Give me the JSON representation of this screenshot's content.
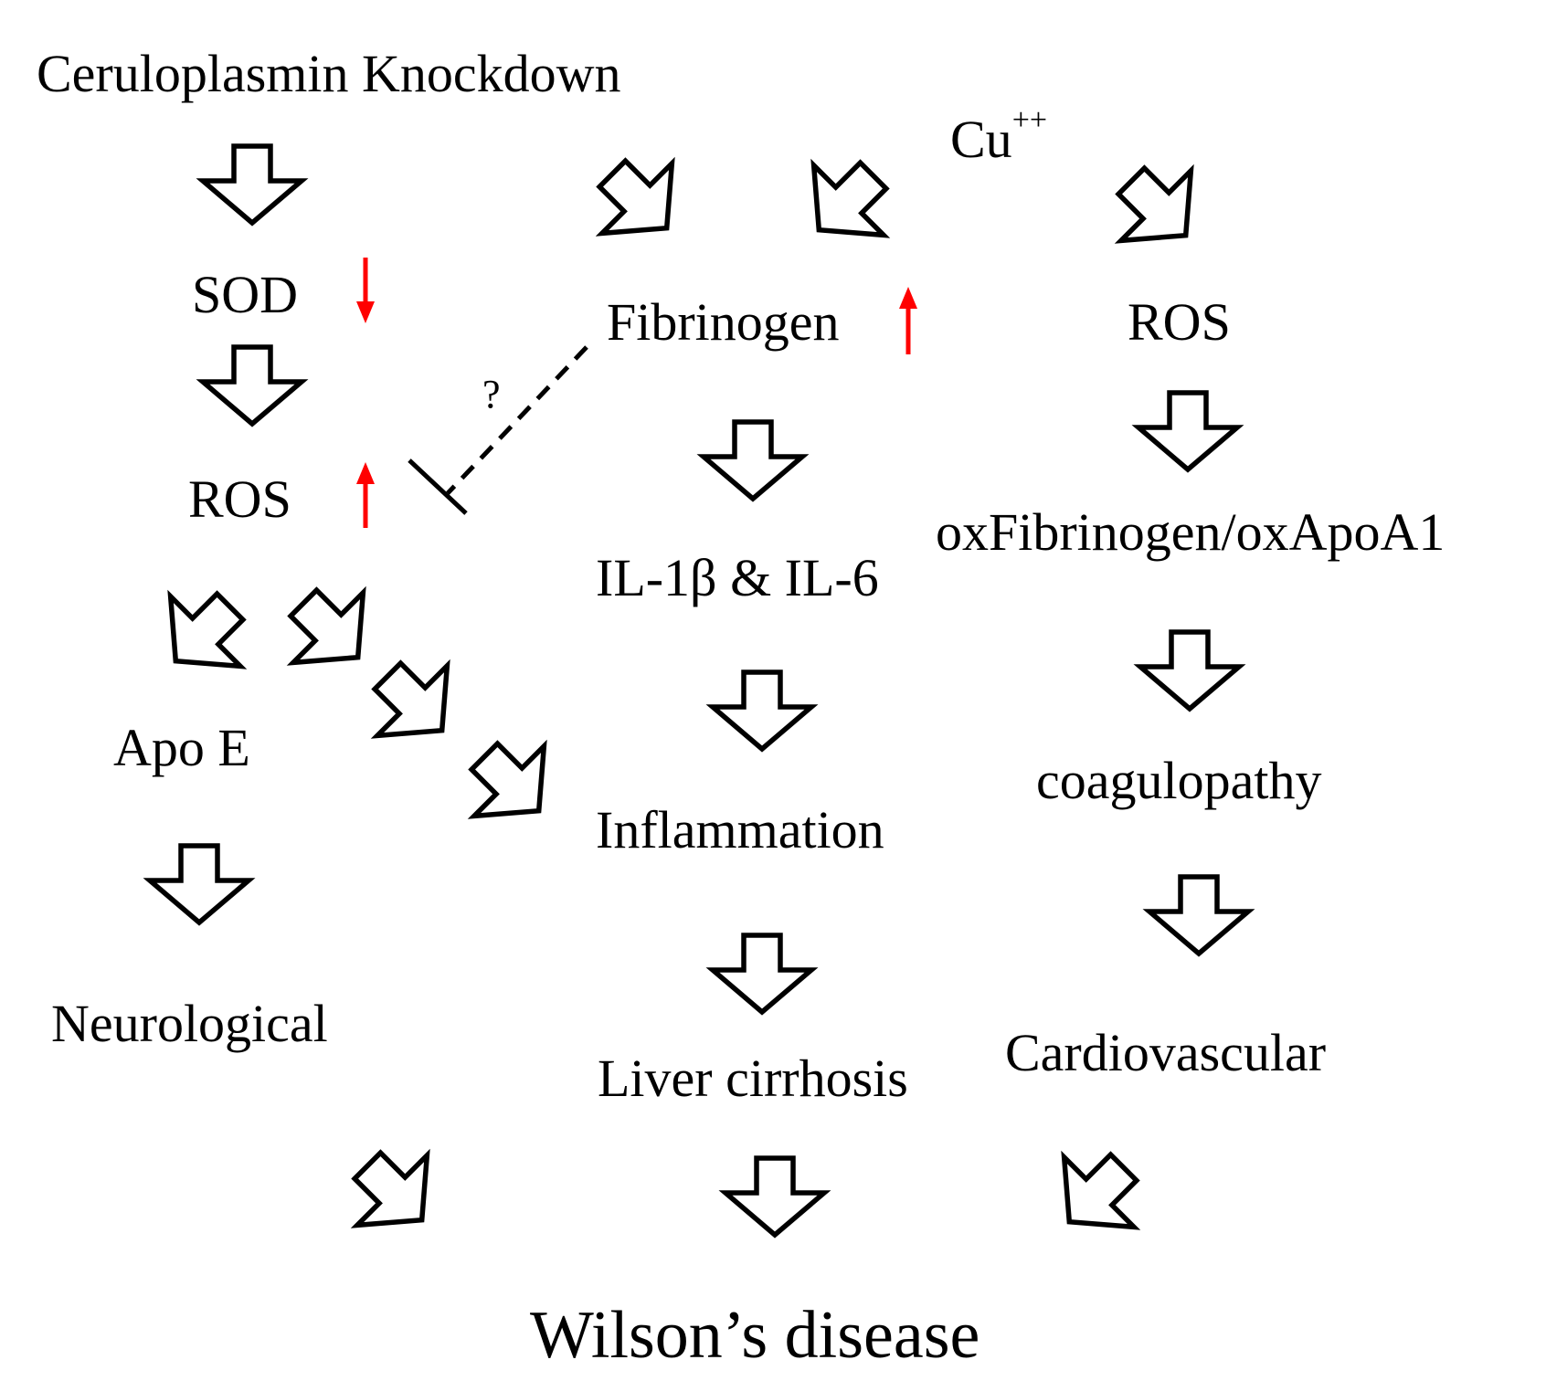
{
  "diagram": {
    "nodes": {
      "ceruloplasmin_knockdown": "Ceruloplasmin Knockdown",
      "cu": "Cu",
      "cu_superscript": "++",
      "sod": "SOD",
      "fibrinogen": "Fibrinogen",
      "ros_right": "ROS",
      "ros_left": "ROS",
      "il": "IL-1β & IL-6",
      "ox_fibrinogen": "oxFibrinogen/oxApoA1",
      "apo_e": "Apo E",
      "inflammation": "Inflammation",
      "coagulopathy": "coagulopathy",
      "neurological": "Neurological",
      "liver_cirrhosis": "Liver cirrhosis",
      "cardiovascular": "Cardiovascular",
      "wilsons_disease": "Wilson’s disease"
    },
    "question_mark": "?",
    "indicators": {
      "sod": "down",
      "fibrinogen": "up",
      "ros_left": "up"
    },
    "colors": {
      "indicator": "#ff0000",
      "arrow_stroke": "#000000",
      "arrow_fill": "#ffffff",
      "text": "#000000"
    }
  }
}
